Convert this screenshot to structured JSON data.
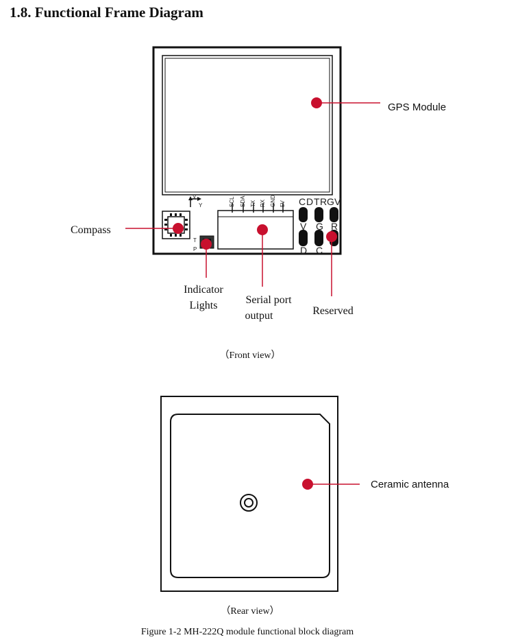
{
  "heading": "1.8. Functional Frame Diagram",
  "front": {
    "labels": {
      "gps_module": "GPS Module",
      "compass": "Compass",
      "indicator_lights_1": "Indicator",
      "indicator_lights_2": "Lights",
      "serial_port_1": "Serial port",
      "serial_port_2": "output",
      "reserved": "Reserved"
    },
    "serial_pins": [
      "SCL",
      "SDA",
      "TX",
      "RX",
      "GND",
      "5V"
    ],
    "header_top_letters": [
      "C",
      "D",
      "T",
      "R",
      "G",
      "V"
    ],
    "header_mid_letters": [
      "V",
      "G",
      "R"
    ],
    "header_bottom_letters": [
      "D",
      "C"
    ],
    "led_letters": [
      "T",
      "P"
    ],
    "axis_x": "X",
    "axis_y": "Y",
    "caption": "（Front view）"
  },
  "rear": {
    "labels": {
      "ceramic_antenna": "Ceramic antenna"
    },
    "caption": "（Rear view）"
  },
  "figure_caption": "Figure 1-2 MH-222Q module functional block diagram",
  "colors": {
    "callout_dot": "#c8102e",
    "board_outline": "#111111"
  }
}
